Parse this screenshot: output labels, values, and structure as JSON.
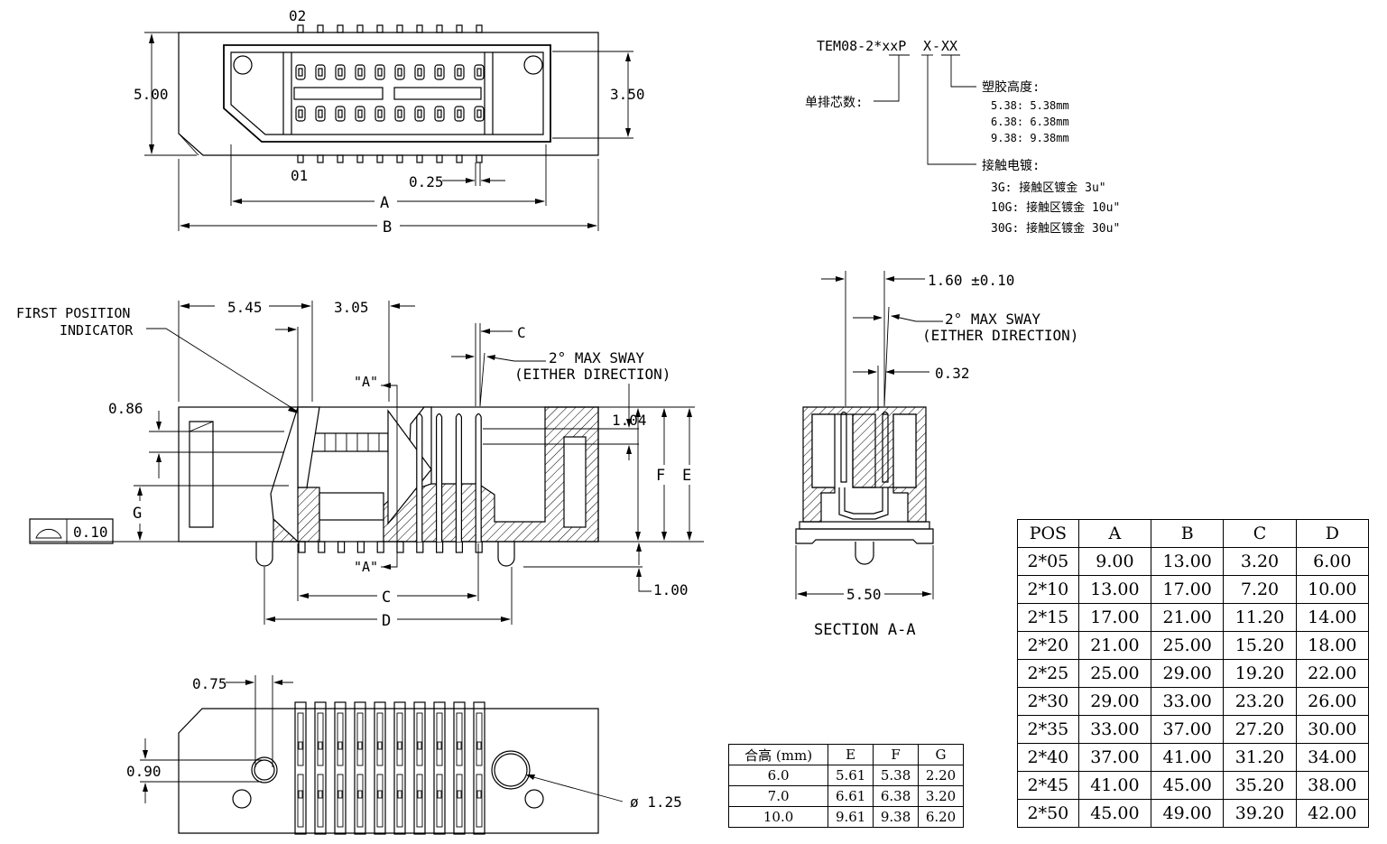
{
  "top_view": {
    "pin_02": "02",
    "pin_01": "01",
    "dim_5_00": "5.00",
    "dim_3_50": "3.50",
    "dim_0_25": "0.25",
    "dim_a": "A",
    "dim_b": "B"
  },
  "part_number": {
    "base": "TEM08-2*xxP",
    "plating_code": "X",
    "height_code": "XX",
    "pin_count_label": "单排芯数:",
    "height_title": "塑胶高度:",
    "height_options": [
      "5.38: 5.38mm",
      "6.38: 6.38mm",
      "9.38: 9.38mm"
    ],
    "plating_title": "接触电镀:",
    "plating_options": [
      "3G: 接触区镀金 3u\"",
      "10G: 接触区镀金 10u\"",
      "30G: 接触区镀金 30u\""
    ]
  },
  "side_view": {
    "first_position_1": "FIRST POSITION",
    "first_position_2": "INDICATOR",
    "dim_5_45": "5.45",
    "dim_3_05": "3.05",
    "dim_c_top": "C",
    "sway_1": "2° MAX SWAY",
    "sway_2": "(EITHER DIRECTION)",
    "section_a_top": "\"A\"",
    "section_a_bottom": "\"A\"",
    "dim_0_86": "0.86",
    "dim_1_04": "1.04",
    "dim_f": "F",
    "dim_e": "E",
    "dim_g": "G",
    "flatness": "0.10",
    "dim_1_00": "1.00",
    "dim_c": "C",
    "dim_d": "D"
  },
  "section_view": {
    "dim_1_60": "1.60 ±0.10",
    "sway_1": "2° MAX SWAY",
    "sway_2": "(EITHER DIRECTION)",
    "dim_0_32": "0.32",
    "dim_5_50": "5.50",
    "title": "SECTION A-A"
  },
  "bottom_view": {
    "dim_0_75": "0.75",
    "dim_0_90": "0.90",
    "dim_dia": "ø 1.25"
  },
  "height_table": {
    "headers": [
      "合高 (mm)",
      "E",
      "F",
      "G"
    ],
    "rows": [
      [
        "6.0",
        "5.61",
        "5.38",
        "2.20"
      ],
      [
        "7.0",
        "6.61",
        "6.38",
        "3.20"
      ],
      [
        "10.0",
        "9.61",
        "9.38",
        "6.20"
      ]
    ]
  },
  "dims_table": {
    "headers": [
      "POS",
      "A",
      "B",
      "C",
      "D"
    ],
    "rows": [
      [
        "2*05",
        "9.00",
        "13.00",
        "3.20",
        "6.00"
      ],
      [
        "2*10",
        "13.00",
        "17.00",
        "7.20",
        "10.00"
      ],
      [
        "2*15",
        "17.00",
        "21.00",
        "11.20",
        "14.00"
      ],
      [
        "2*20",
        "21.00",
        "25.00",
        "15.20",
        "18.00"
      ],
      [
        "2*25",
        "25.00",
        "29.00",
        "19.20",
        "22.00"
      ],
      [
        "2*30",
        "29.00",
        "33.00",
        "23.20",
        "26.00"
      ],
      [
        "2*35",
        "33.00",
        "37.00",
        "27.20",
        "30.00"
      ],
      [
        "2*40",
        "37.00",
        "41.00",
        "31.20",
        "34.00"
      ],
      [
        "2*45",
        "41.00",
        "45.00",
        "35.20",
        "38.00"
      ],
      [
        "2*50",
        "45.00",
        "49.00",
        "39.20",
        "42.00"
      ]
    ]
  }
}
